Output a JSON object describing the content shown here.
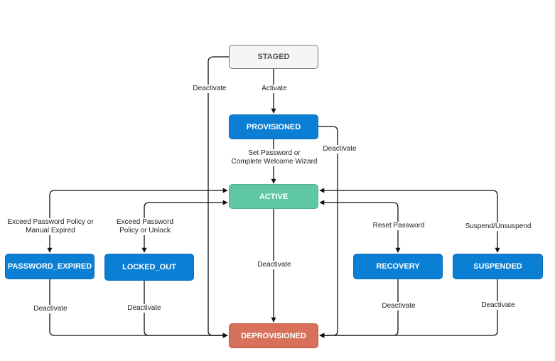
{
  "colors": {
    "staged_fill": "#f5f5f5",
    "staged_border": "#777777",
    "staged_text": "#555555",
    "blue_fill": "#0a7fd4",
    "blue_border": "#0b6db7",
    "green_fill": "#5fc7a2",
    "green_border": "#4fb08d",
    "red_fill": "#d8715c",
    "red_border": "#b9533f",
    "edge": "#111111"
  },
  "states": {
    "staged": "STAGED",
    "provisioned": "PROVISIONED",
    "active": "ACTIVE",
    "password_expired": "PASSWORD_EXPIRED",
    "locked_out": "LOCKED_OUT",
    "recovery": "RECOVERY",
    "suspended": "SUSPENDED",
    "deprovisioned": "DEPROVISIONED"
  },
  "transitions": {
    "activate": "Activate",
    "staged_deactivate": "Deactivate",
    "set_password_line1": "Set Password or",
    "set_password_line2": "Complete Welcome Wizard",
    "provisioned_deactivate": "Deactivate",
    "exceed_policy_line1": "Exceed Password Policy or",
    "exceed_policy_line2": "Manual Expired",
    "locked_line1": "Exceed Password",
    "locked_line2": "Policy or Unlock",
    "reset_password": "Reset Password",
    "suspend_unsuspend": "Suspend/Unsuspend",
    "active_deactivate": "Deactivate",
    "password_expired_deactivate": "Deactivate",
    "locked_out_deactivate": "Deactivate",
    "recovery_deactivate": "Deactivate",
    "suspended_deactivate": "Deactivate"
  }
}
